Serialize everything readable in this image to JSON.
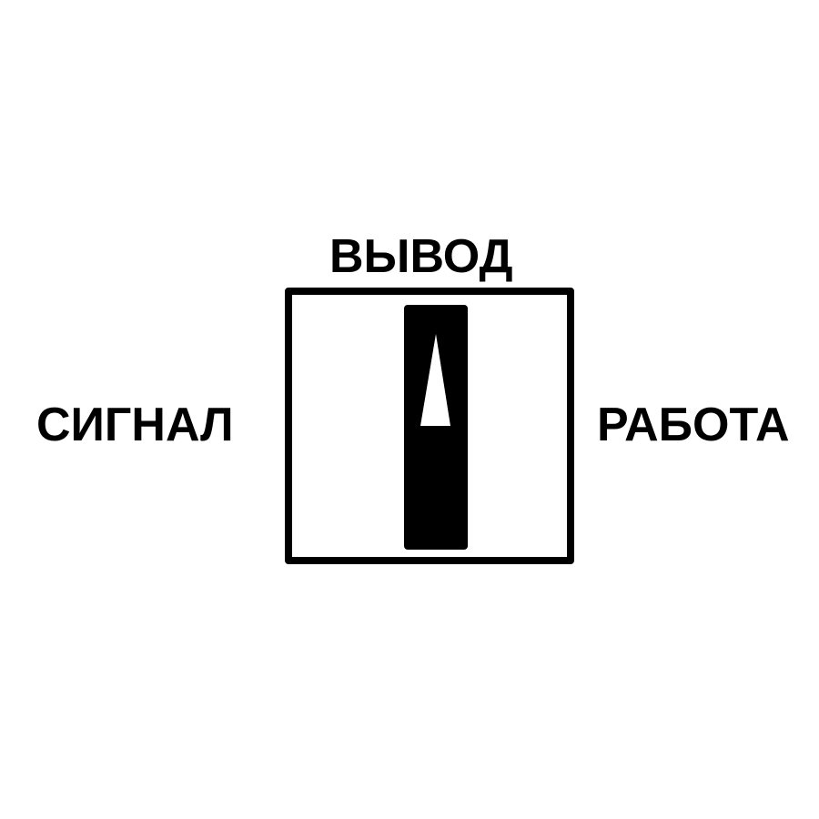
{
  "switch": {
    "label_top": "ВЫВОД",
    "label_left": "СИГНАЛ",
    "label_right": "РАБОТА",
    "selected_position": "ВЫВОД"
  },
  "colors": {
    "background": "#ffffff",
    "foreground": "#000000",
    "pointer": "#ffffff"
  }
}
